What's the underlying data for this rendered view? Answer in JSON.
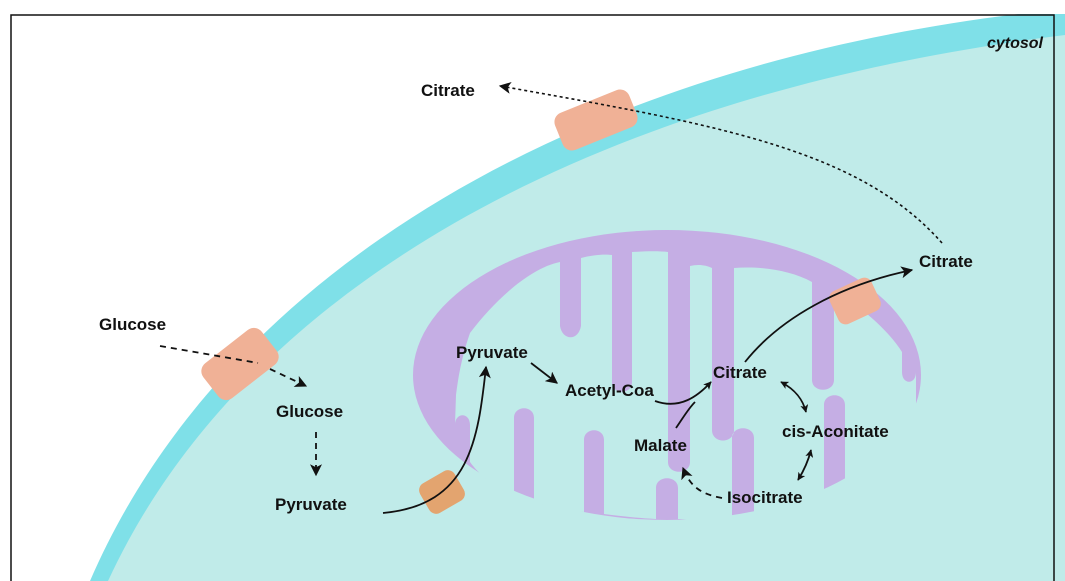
{
  "labels": {
    "cytosol": "cytosol",
    "citrate_outside": "Citrate",
    "glucose_outside": "Glucose",
    "glucose_inside": "Glucose",
    "pyruvate_cytoplasm": "Pyruvate",
    "pyruvate_mito": "Pyruvate",
    "acetyl_coa": "Acetyl-Coa",
    "citrate_mito": "Citrate",
    "citrate_exported": "Citrate",
    "cis_aconitate": "cis-Aconitate",
    "malate": "Malate",
    "isocitrate": "Isocitrate"
  },
  "colors": {
    "cell_interior": "#c0ebe9",
    "cell_membrane": "#7fe0e8",
    "mitochondrion": "#c5aee4",
    "transporter": "#f0b196",
    "mito_transporter": "#e3a46f",
    "arrow": "#111111"
  }
}
